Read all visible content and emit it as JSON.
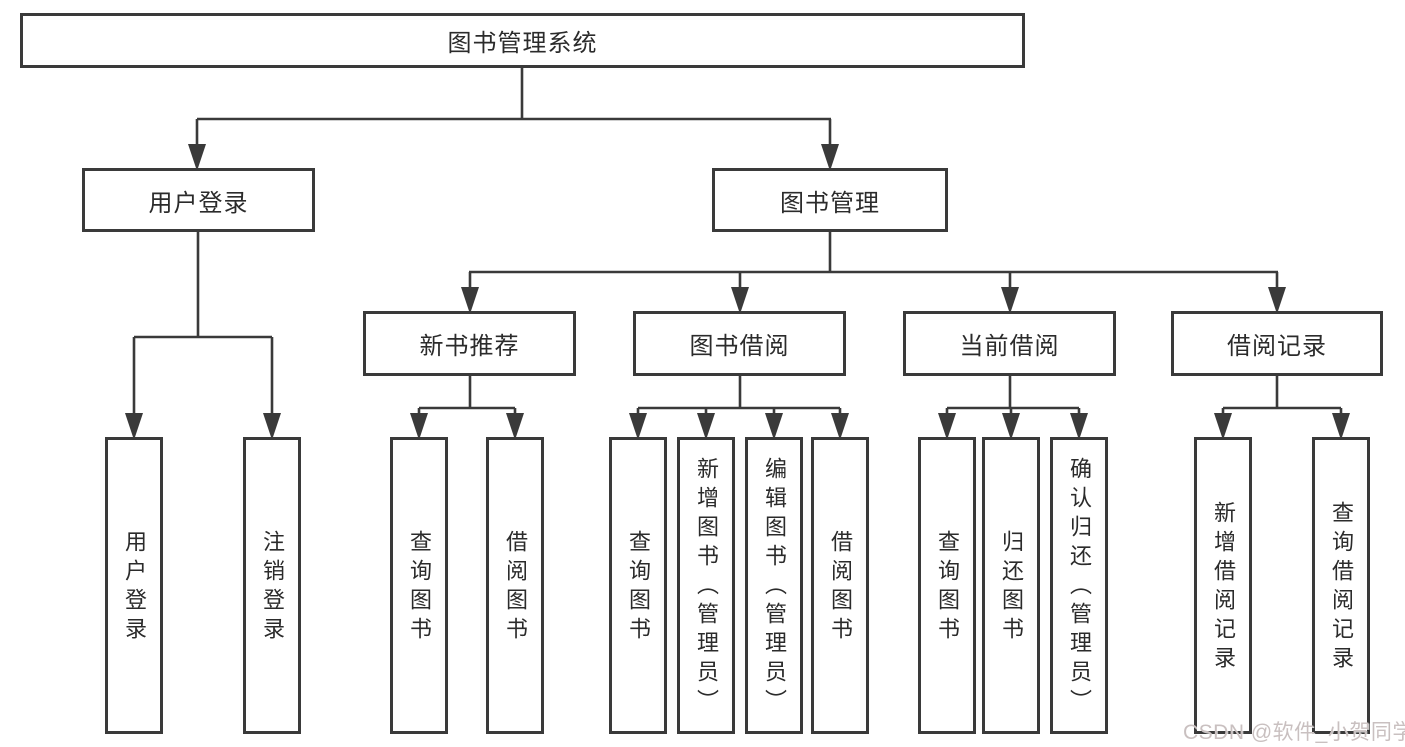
{
  "nodes": {
    "root": "图书管理系统",
    "branches": [
      "用户登录",
      "图书管理"
    ],
    "modules": [
      "新书推荐",
      "图书借阅",
      "当前借阅",
      "借阅记录"
    ],
    "leaves": [
      "用户登录",
      "注销登录",
      "查询图书",
      "借阅图书",
      "查询图书",
      "新增图书（管理员）",
      "编辑图书（管理员）",
      "借阅图书",
      "查询图书",
      "归还图书",
      "确认归还（管理员）",
      "新增借阅记录",
      "查询借阅记录"
    ]
  },
  "watermark": "CSDN @软件_小贺同学",
  "colors": {
    "line": "#3a3a3a",
    "text": "#2b2b2b",
    "background": "#ffffff",
    "watermark": "#c9c0c0"
  }
}
